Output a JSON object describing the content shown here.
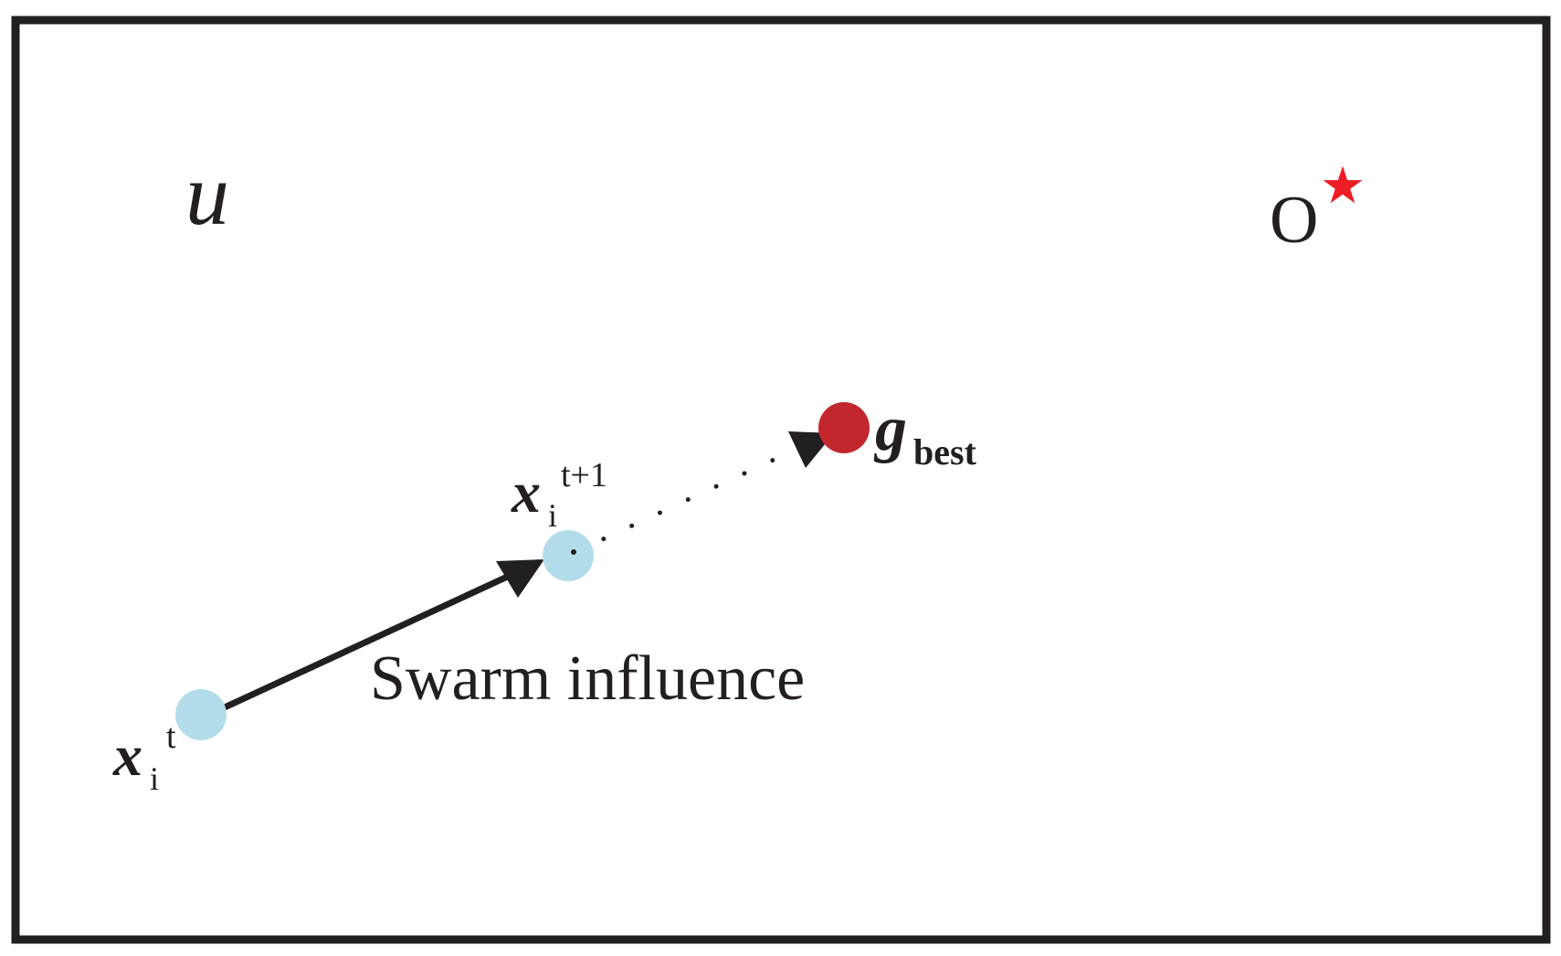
{
  "space_label": "u",
  "optimum": {
    "label": "O",
    "star_glyph": "★",
    "icon": "star-icon",
    "color": "#ee1c25"
  },
  "particles": {
    "current": {
      "symbol": "x",
      "subscript": "i",
      "superscript": "t",
      "color": "#b3dcea"
    },
    "next": {
      "symbol": "x",
      "subscript": "i",
      "superscript": "t+1",
      "color": "#b3dcea"
    },
    "global_best": {
      "symbol": "g",
      "subscript": "best",
      "color": "#c1272d"
    }
  },
  "arrow_label": "Swarm influence",
  "colors": {
    "frame": "#231f20",
    "arrow": "#231f20",
    "text": "#231f20"
  }
}
